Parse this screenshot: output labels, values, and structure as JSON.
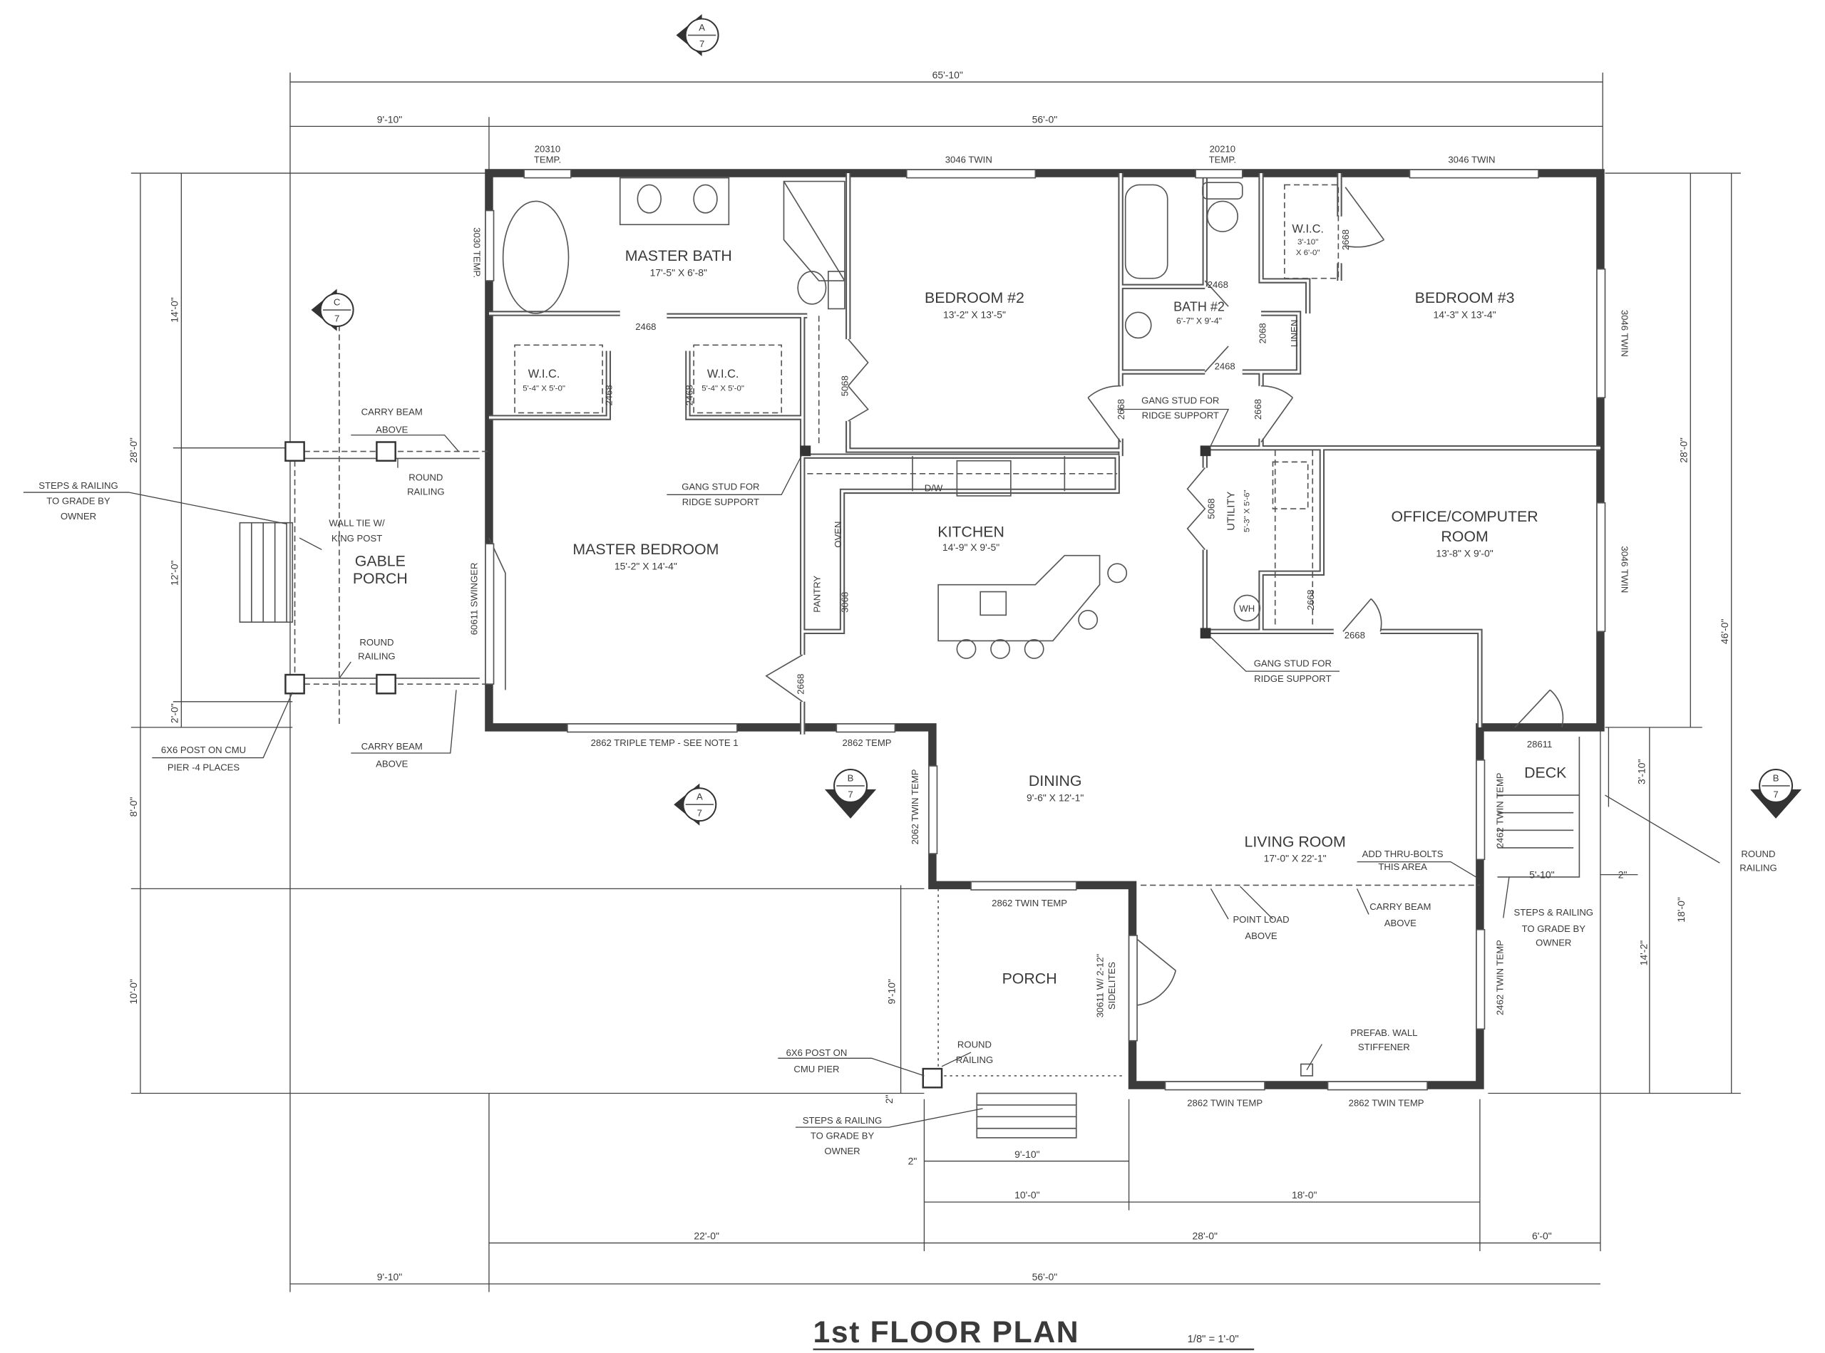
{
  "title": {
    "main": "1st FLOOR PLAN",
    "scale": "1/8\" = 1'-0\""
  },
  "rooms": {
    "master_bath": "MASTER BATH",
    "master_bath_size": "17'-5\" X 6'-8\"",
    "bedroom2": "BEDROOM #2",
    "bedroom2_size": "13'-2\" X 13'-5\"",
    "bath2": "BATH #2",
    "bath2_size": "6'-7\" X 9'-4\"",
    "bedroom3": "BEDROOM #3",
    "bedroom3_size": "14'-3\" X 13'-4\"",
    "wic1": "W.I.C.",
    "wic1_size": "5'-4\" X 5'-0\"",
    "wic2": "W.I.C.",
    "wic2_size": "5'-4\" X 5'-0\"",
    "wic3": "W.I.C.",
    "wic3_size_a": "3'-10\"",
    "wic3_size_b": "X 6'-0\"",
    "kitchen": "KITCHEN",
    "kitchen_size": "14'-9\" X 9'-5\"",
    "master_bedroom": "MASTER BEDROOM",
    "master_bedroom_size": "15'-2\" X 14'-4\"",
    "office_a": "OFFICE/COMPUTER",
    "office_b": "ROOM",
    "office_size": "13'-8\" X 9'-0\"",
    "gable_a": "GABLE",
    "gable_b": "PORCH",
    "dining": "DINING",
    "dining_size": "9'-6\" X 12'-1\"",
    "living": "LIVING ROOM",
    "living_size": "17'-0\" X 22'-1\"",
    "deck": "DECK",
    "porch": "PORCH",
    "utility": "UTILITY",
    "utility_size": "5'-3\" X 5'-6\"",
    "linen": "LINEN",
    "oven": "OVEN",
    "pantry": "PANTRY",
    "dw": "D/W",
    "wh": "WH"
  },
  "windows": {
    "w1a": "20310",
    "w1b": "TEMP.",
    "w2": "3046 TWIN",
    "w3a": "20210",
    "w3b": "TEMP.",
    "w4": "3046 TWIN",
    "w5": "3030 TEMP.",
    "w6": "3046 TWIN",
    "w7": "3046 TWIN",
    "w8": "2862 TRIPLE TEMP - SEE NOTE 1",
    "w9": "2862 TEMP",
    "w10": "2062 TWIN TEMP",
    "w11": "2862 TWIN TEMP",
    "w12": "2862 TWIN TEMP",
    "w13": "2862 TWIN TEMP",
    "w14": "2462 TWIN TEMP",
    "w15": "2462 TWIN TEMP"
  },
  "doors": {
    "d1": "2468",
    "d2": "2468",
    "d3": "2468",
    "d4": "5068",
    "d5": "2468",
    "d6": "2068",
    "d7": "2468",
    "d8": "2668",
    "d9": "2668",
    "d10": "2668",
    "d11": "3068",
    "d12": "5068",
    "d13": "2668",
    "d14": "2668",
    "d15": "2668",
    "d16": "60611 SWINGER",
    "d17": "28611",
    "d18": "30611 W/ 2-12\"",
    "d19": "SIDELITES"
  },
  "notes": {
    "gang1a": "GANG STUD FOR",
    "gang1b": "RIDGE SUPPORT",
    "gang2a": "GANG STUD FOR",
    "gang2b": "RIDGE SUPPORT",
    "gang3a": "GANG STUD FOR",
    "gang3b": "RIDGE SUPPORT",
    "cb1a": "CARRY BEAM",
    "cb1b": "ABOVE",
    "cb2a": "CARRY BEAM",
    "cb2b": "ABOVE",
    "cb3a": "CARRY BEAM",
    "cb3b": "ABOVE",
    "rr1a": "ROUND",
    "rr1b": "RAILING",
    "rr2a": "ROUND",
    "rr2b": "RAILING",
    "rr3a": "ROUND",
    "rr3b": "RAILING",
    "rr4a": "ROUND",
    "rr4b": "RAILING",
    "st1a": "STEPS & RAILING",
    "st1b": "TO GRADE BY",
    "st1c": "OWNER",
    "st2a": "STEPS & RAILING",
    "st2b": "TO GRADE BY",
    "st2c": "OWNER",
    "st3a": "STEPS & RAILING",
    "st3b": "TO GRADE BY",
    "st3c": "OWNER",
    "wt_a": "WALL TIE W/",
    "wt_b": "KING POST",
    "post1a": "6X6 POST ON CMU",
    "post1b": "PIER -4 PLACES",
    "post2a": "6X6 POST ON",
    "post2b": "CMU PIER",
    "pl_a": "POINT LOAD",
    "pl_b": "ABOVE",
    "tb_a": "ADD THRU-BOLTS",
    "tb_b": "THIS AREA",
    "pf_a": "PREFAB. WALL",
    "pf_b": "STIFFENER"
  },
  "dimensions": {
    "overall": "65'-10\"",
    "top_main": "56'-0\"",
    "top_left": "9'-10\"",
    "b_porch": "10'-0\"",
    "b_living": "18'-0\"",
    "b_left": "22'-0\"",
    "b_mid": "28'-0\"",
    "b_right": "6'-0\"",
    "b_gable": "9'-10\"",
    "b_main": "56'-0\"",
    "porch_w": "9'-10\"",
    "porch_h": "9'-10\"",
    "two_a": "2\"",
    "two_b": "2\"",
    "two_c": "2\"",
    "l_14": "14'-0\"",
    "l_12": "12'-0\"",
    "l_2": "2'-0\"",
    "l_28": "28'-0\"",
    "l_8": "8'-0\"",
    "l_10": "10'-0\"",
    "r_28": "28'-0\"",
    "r_46": "46'-0\"",
    "r_18": "18'-0\"",
    "r_14": "14'-2\"",
    "r_3": "3'-10\"",
    "deck_w": "5'-10\""
  },
  "sections": {
    "a_top": {
      "letter": "A",
      "sheet": "7"
    },
    "c_left": {
      "letter": "C",
      "sheet": "7"
    },
    "a_mid": {
      "letter": "A",
      "sheet": "7"
    },
    "b_mid": {
      "letter": "B",
      "sheet": "7"
    },
    "b_right": {
      "letter": "B",
      "sheet": "7"
    }
  }
}
